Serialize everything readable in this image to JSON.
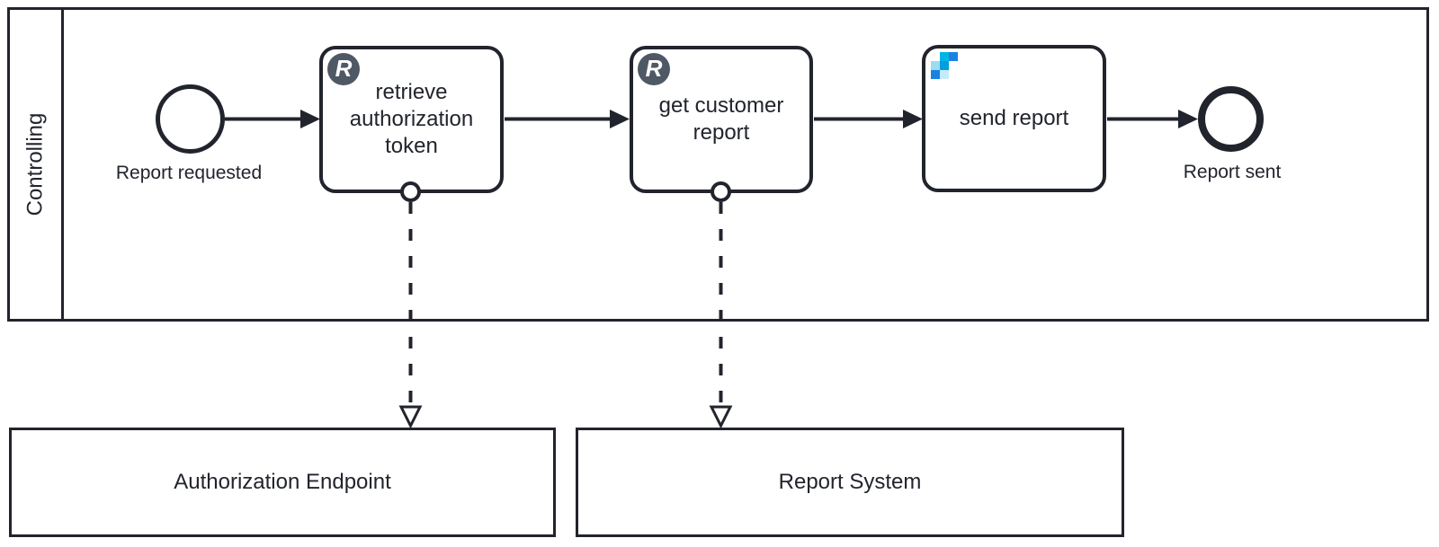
{
  "pool": {
    "name": "Controlling"
  },
  "process": {
    "start_event": {
      "label": "Report requested"
    },
    "tasks": [
      {
        "label": "retrieve authorization token",
        "badge": "R",
        "icon": "rest-connector-badge"
      },
      {
        "label": "get customer report",
        "badge": "R",
        "icon": "rest-connector-badge"
      },
      {
        "label": "send report",
        "icon": "sendgrid-pixel-logo"
      }
    ],
    "end_event": {
      "label": "Report sent"
    }
  },
  "systems": [
    {
      "label": "Authorization Endpoint"
    },
    {
      "label": "Report System"
    }
  ],
  "colors": {
    "stroke": "#22242d",
    "fill": "#ffffff",
    "badge_background": "#4f5865",
    "badge_text": "#ffffff",
    "sendgrid_cyan": "#00b4e6",
    "sendgrid_blue": "#1a82e2",
    "sendgrid_mid": "#009fdc",
    "sendgrid_light": "#9bdcf3",
    "sendgrid_pale": "#c4ebf8"
  }
}
